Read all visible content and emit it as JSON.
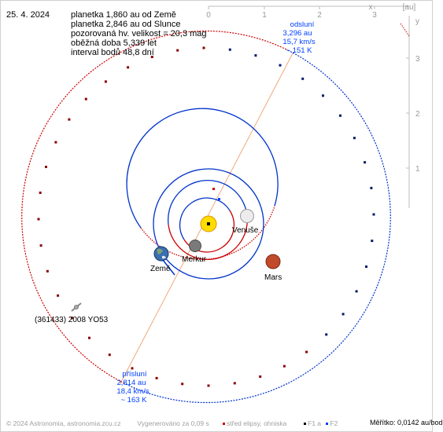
{
  "date": "25. 4. 2024",
  "info": {
    "line1": "planetka 1,860 au od Země",
    "line2": "planetka 2,846 au od Slunce",
    "line3": "pozorovaná hv. velikost = 20,3 mag",
    "line4": "oběžná doba 5,339 let",
    "line5": "interval bodů 48,8 dní"
  },
  "axis": {
    "unit": "[au]",
    "x_letter": "x",
    "y_letter": "y",
    "x_ticks": [
      "0",
      "1",
      "2",
      "3"
    ],
    "y_ticks": [
      "3",
      "2",
      "1"
    ]
  },
  "aphelion": {
    "title": "odsluní",
    "distance": "3,296 au",
    "speed": "15,7 km/s",
    "temp": "~ 151 K"
  },
  "perihelion": {
    "title": "přísluní",
    "distance": "2,814 au",
    "speed": "18,4 km/s",
    "temp": "~ 163 K"
  },
  "labels": {
    "venus": "Venuše",
    "mercury": "Merkur",
    "earth": "Země",
    "mars": "Mars",
    "asteroid": "(361433) 2008 YO53"
  },
  "footer": {
    "copyright": "© 2024 Astronomia, astronomia.zcu.cz",
    "generated": "Vygenerováno za 0,09 s",
    "legend_center": "střed elipsy, ohniska",
    "legend_f1": "F1 a",
    "legend_f2": "F2",
    "scale": "Měřítko: 0,0142 au/bod"
  },
  "colors": {
    "orbit_blue": "#0033cc",
    "orbit_red": "#cc0000",
    "apsides_line": "#f0a070",
    "sun": "#ffdd00",
    "mars": "#c04a2a",
    "earth": "#3a6fb0",
    "venus": "#e8e8e8",
    "mercury": "#808080",
    "label_blue": "#0040ff"
  }
}
